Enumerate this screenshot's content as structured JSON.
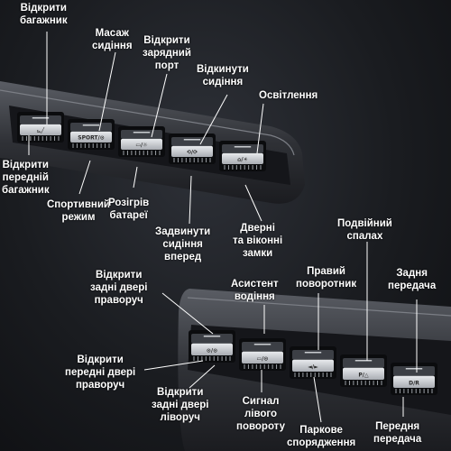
{
  "colors": {
    "background": "#1a1c20",
    "panel": "#3a3c42",
    "button": "#cfd2d6",
    "line": "#ffffff"
  },
  "top_panel": {
    "buttons": [
      {
        "glyph": "⌳╱",
        "icon": "trunk-icon"
      },
      {
        "glyph": "SPORT/⊙",
        "icon": "sport-mode-icon"
      },
      {
        "glyph": "▭/☼",
        "icon": "battery-icon"
      },
      {
        "glyph": "⟲/⟳",
        "icon": "seat-icon"
      },
      {
        "glyph": "⌂/☀",
        "icon": "lock-light-icon"
      }
    ]
  },
  "bottom_panel": {
    "buttons": [
      {
        "glyph": "⊙/⊙",
        "icon": "rear-doors-icon"
      },
      {
        "glyph": "▭/⊙",
        "icon": "assist-icon"
      },
      {
        "glyph": "◄/►",
        "icon": "turn-signal-icon"
      },
      {
        "glyph": "P/△",
        "icon": "parking-hazard-icon"
      },
      {
        "glyph": "D/R",
        "icon": "gear-icon"
      }
    ]
  },
  "labels": {
    "open_trunk": "Відкрити\nбагажник",
    "seat_massage": "Масаж\nсидіння",
    "open_charge_port": "Відкрити\nзарядний\nпорт",
    "recline_seat": "Відкинути\nсидіння",
    "lighting": "Освітлення",
    "open_front_trunk": "Відкрити\nпередній\nбагажник",
    "sport_mode": "Спортивний\nрежим",
    "battery_heating": "Розігрів\nбатареї",
    "slide_seat_forward": "Задвинути\nсидіння\nвперед",
    "door_window_locks": "Дверні\nта віконні\nзамки",
    "double_flash": "Подвійний\nспалах",
    "open_rear_right_door": "Відкрити\nзадні двері\nправоруч",
    "driver_assist": "Асистент\nводіння",
    "right_turn_signal": "Правий\nповоротник",
    "reverse_gear": "Задня\nпередача",
    "open_front_right_door": "Відкрити\nпередні двері\nправоруч",
    "open_rear_left_door": "Відкрити\nзадні двері\nліворуч",
    "left_turn_signal": "Сигнал\nлівого\nповороту",
    "parking_equipment": "Паркове\nспорядження",
    "drive_gear": "Передня\nпередача"
  }
}
